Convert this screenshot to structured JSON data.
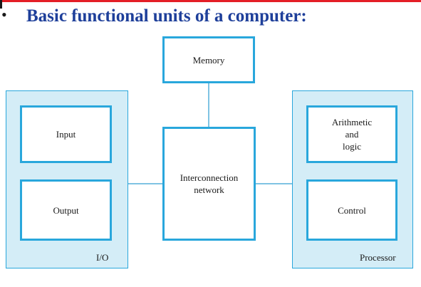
{
  "slide": {
    "bullet": "•",
    "title": "Basic functional units of a computer:"
  },
  "diagram": {
    "memory": "Memory",
    "interconnect": "Interconnection\nnetwork",
    "io_group": {
      "label": "I/O",
      "input": "Input",
      "output": "Output"
    },
    "processor_group": {
      "label": "Processor",
      "alu": "Arithmetic\nand\nlogic",
      "control": "Control"
    }
  },
  "colors": {
    "accent_rule": "#e41e26",
    "title": "#1e3f9a",
    "box_border": "#29a7dc",
    "group_fill": "#d4edf7",
    "connector": "#7fc3e3"
  }
}
